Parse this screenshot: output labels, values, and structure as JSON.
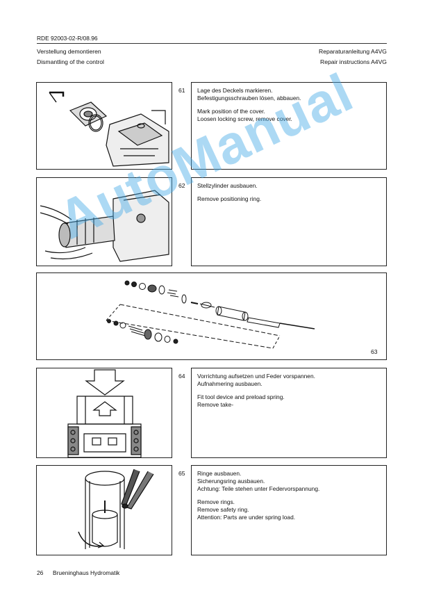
{
  "header": {
    "doc_id": "RDE 92003-02-R/08.96",
    "title_de": "Verstellung demontieren",
    "title_en": "Dismantling of the control",
    "manual_de": "Reparaturanleitung A4VG",
    "manual_en": "Repair instructions A4VG"
  },
  "steps": [
    {
      "number": "61",
      "lines_de": [
        "Lage des Deckels markieren.",
        "Befestigungsschrauben lösen, abbauen."
      ],
      "lines_en": [
        "Mark position of the cover.",
        "Loosen locking screw, remove cover."
      ]
    },
    {
      "number": "62",
      "lines_de": [
        "Stellzylinder ausbauen."
      ],
      "lines_en": [
        "Remove positioning ring."
      ]
    },
    {
      "number": "63"
    },
    {
      "number": "64",
      "lines_de": [
        "Vorrichtung aufsetzen und Feder vorspannen.",
        "Aufnahmering ausbauen."
      ],
      "lines_en": [
        "Fit tool device and preload spring.",
        "Remove take-"
      ]
    },
    {
      "number": "65",
      "lines_de": [
        "Ringe ausbauen.",
        "Sicherungsring ausbauen.",
        "Achtung: Teile stehen unter Federvorspannung."
      ],
      "lines_en": [
        "Remove rings.",
        "Remove safety ring.",
        "Attention: Parts are under spring load."
      ]
    }
  ],
  "watermark": "AutoManual",
  "footer": {
    "page_number": "26",
    "company": "Brueninghaus Hydromatik"
  }
}
